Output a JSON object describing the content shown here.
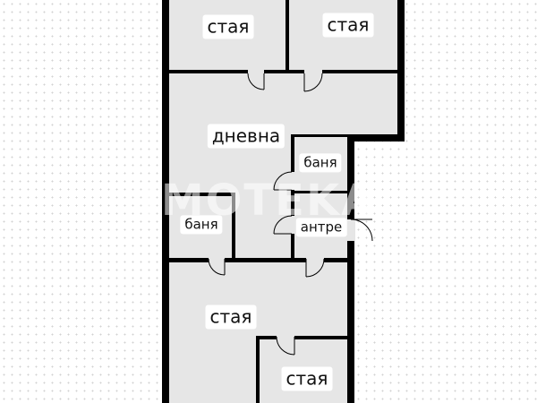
{
  "rooms": {
    "room_top_left": "стая",
    "room_top_right": "стая",
    "living_room": "дневна",
    "bathroom_right": "баня",
    "bathroom_left": "баня",
    "hallway": "антре",
    "room_lower": "стая",
    "room_bottom": "стая"
  },
  "watermark_text": "IMOTEKA",
  "colors": {
    "wall": "#000000",
    "room_fill": "#e6e6e6",
    "background": "#ffffff",
    "grid_dots": "#d2d2d2"
  }
}
